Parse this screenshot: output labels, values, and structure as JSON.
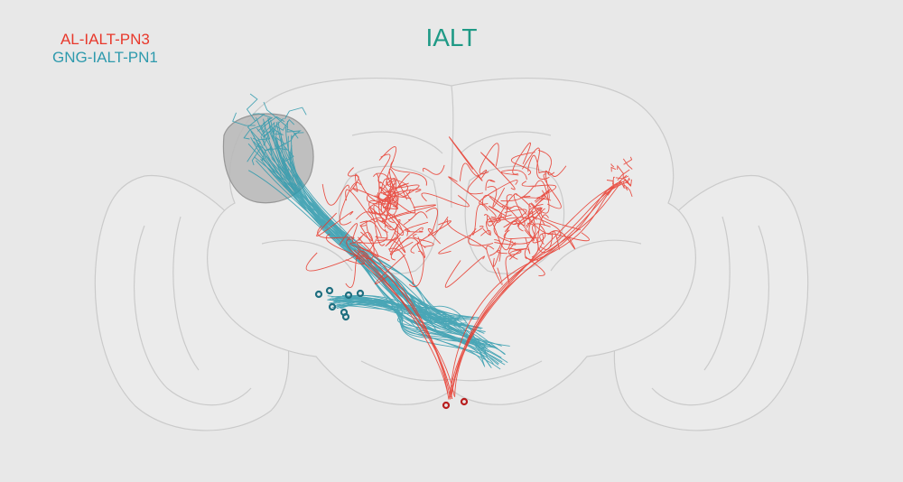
{
  "title": "IALT",
  "legend": [
    {
      "label": "AL-IALT-PN3",
      "color": "#e8382b"
    },
    {
      "label": "GNG-IALT-PN1",
      "color": "#2e9aad"
    }
  ],
  "colors": {
    "background": "#e8e8e8",
    "title": "#1f9a86",
    "brain_fill": "#ececec",
    "brain_stroke": "#c9c9c9",
    "neuron_red": "#e8382b",
    "neuron_teal": "#2e9aad",
    "soma_teal": "#1f6f80",
    "soma_red": "#b81e1e"
  }
}
